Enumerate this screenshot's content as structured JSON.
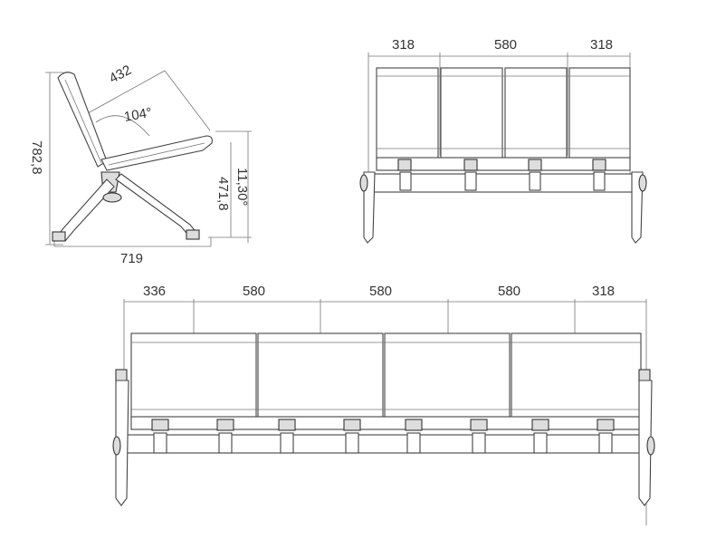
{
  "side_view": {
    "backrest_length": "432",
    "back_angle": "104°",
    "overall_height": "782,8",
    "seat_height": "471,8",
    "seat_tilt": "11,30°",
    "overall_depth": "719"
  },
  "front_view_3_seat": {
    "dimensions": [
      "318",
      "580",
      "318"
    ]
  },
  "front_view_5_seat": {
    "dimensions": [
      "336",
      "580",
      "580",
      "580",
      "318"
    ]
  }
}
